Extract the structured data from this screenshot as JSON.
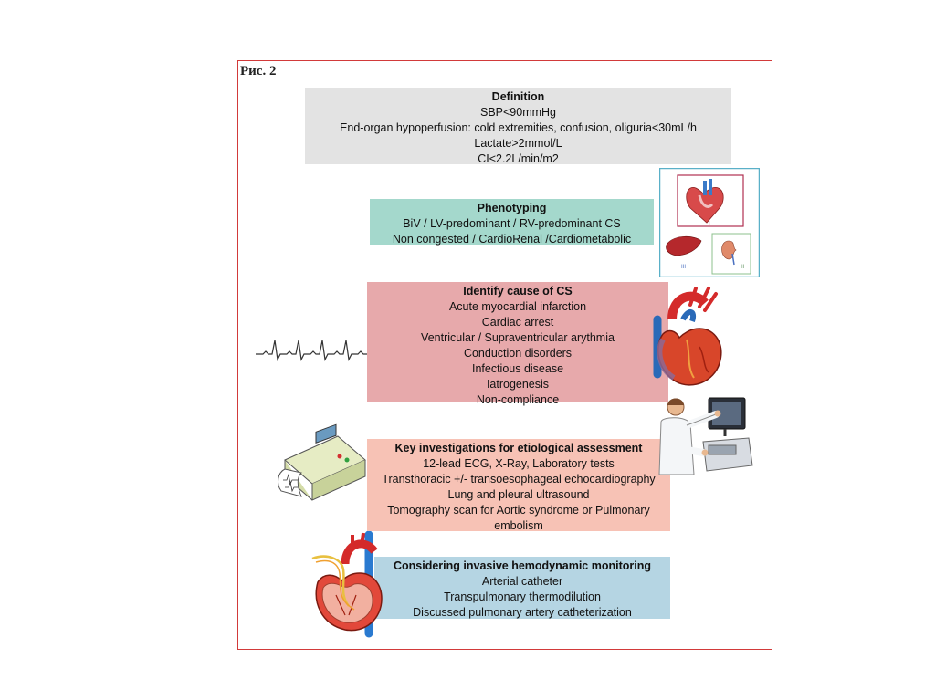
{
  "figure_label": "Рис. 2",
  "definition": {
    "title": "Definition",
    "lines": [
      "SBP<90mmHg",
      "End-organ hypoperfusion: cold extremities, confusion, oliguria<30mL/h",
      "Lactate>2mmol/L",
      "CI<2.2L/min/m2"
    ]
  },
  "phenotyping": {
    "title": "Phenotyping",
    "lines": [
      "BiV / LV-predominant / RV-predominant CS",
      "Non congested / CardioRenal /Cardiometabolic"
    ],
    "panel_labels": [
      "I",
      "III",
      "II"
    ]
  },
  "cause": {
    "title": "Identify cause of CS",
    "lines": [
      "Acute myocardial infarction",
      "Cardiac arrest",
      "Ventricular / Supraventricular arythmia",
      "Conduction disorders",
      "Infectious disease",
      "Iatrogenesis",
      "Non-compliance"
    ]
  },
  "investigations": {
    "title": "Key investigations for etiological assessment",
    "lines": [
      "12-lead ECG, X-Ray, Laboratory tests",
      "Transthoracic +/- transoesophageal echocardiography",
      "Lung and pleural ultrasound",
      "Tomography scan  for Aortic syndrome or Pulmonary",
      "embolism"
    ]
  },
  "monitoring": {
    "title": "Considering invasive hemodynamic monitoring",
    "lines": [
      "Arterial catheter",
      "Transpulmonary   thermodilution",
      "Discussed pulmonary artery catheterization"
    ]
  },
  "illustrations": [
    "ecg-strip-icon",
    "heart-icon",
    "organs-panel-icon",
    "ecg-machine-icon",
    "doctor-ultrasound-icon",
    "heart-catheter-icon"
  ]
}
